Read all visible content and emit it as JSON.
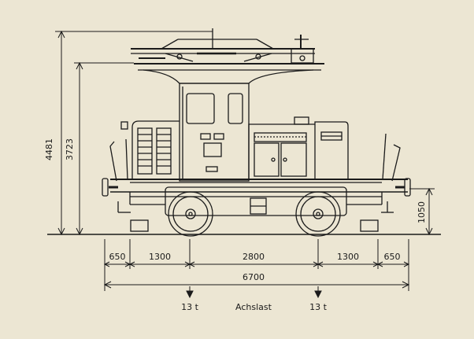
{
  "dimensions": {
    "total_height": "4481",
    "cab_height": "3723",
    "buffer_height": "1050",
    "overhang_left": "650",
    "axle_to_cab": "1300",
    "wheelbase": "2800",
    "axle_to_end": "1300",
    "overhang_right": "650",
    "total_length": "6700"
  },
  "axle_load": {
    "left": "13 t",
    "right": "13 t",
    "caption": "Achslast"
  },
  "colors": {
    "paper": "#ece6d3",
    "ink": "#1b1b1b"
  }
}
